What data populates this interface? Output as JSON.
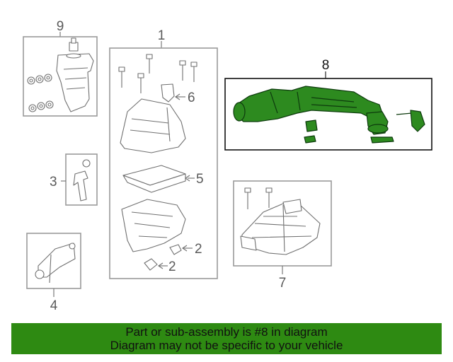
{
  "callouts": {
    "c1": "1",
    "c2a": "2",
    "c2b": "2",
    "c3": "3",
    "c4": "4",
    "c5": "5",
    "c6": "6",
    "c7": "7",
    "c8": "8",
    "c9": "9"
  },
  "banner": {
    "line1": "Part or sub-assembly is #8 in diagram",
    "line2": "Diagram may not be specific to your vehicle"
  },
  "colors": {
    "highlight_part": "#2d8a1f",
    "banner_bg": "#2e8a12",
    "box_border": "#9a9a9a"
  }
}
